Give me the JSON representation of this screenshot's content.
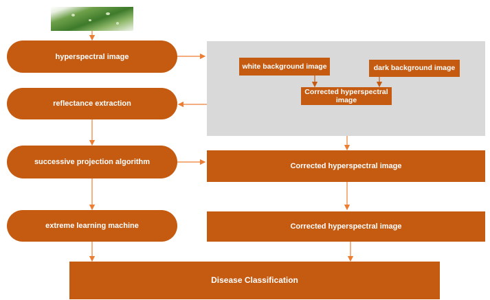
{
  "nodes": {
    "hyperspectral_image": "hyperspectral image",
    "reflectance_extraction": "reflectance extraction",
    "successive_projection_algorithm": "successive projection algorithm",
    "extreme_learning_machine": "extreme learning machine",
    "white_background_image": "white background image",
    "dark_background_image": "dark background image",
    "corrected_hyperspectral_image_small": "Corrected hyperspectral image",
    "corrected_hyperspectral_image_1": "Corrected hyperspectral image",
    "corrected_hyperspectral_image_2": "Corrected hyperspectral image",
    "disease_classification": "Disease Classification"
  },
  "colors": {
    "node_fill": "#c55a11",
    "node_text": "#ffffff",
    "panel_fill": "#d9d9d9",
    "arrow": "#ed7d31"
  }
}
